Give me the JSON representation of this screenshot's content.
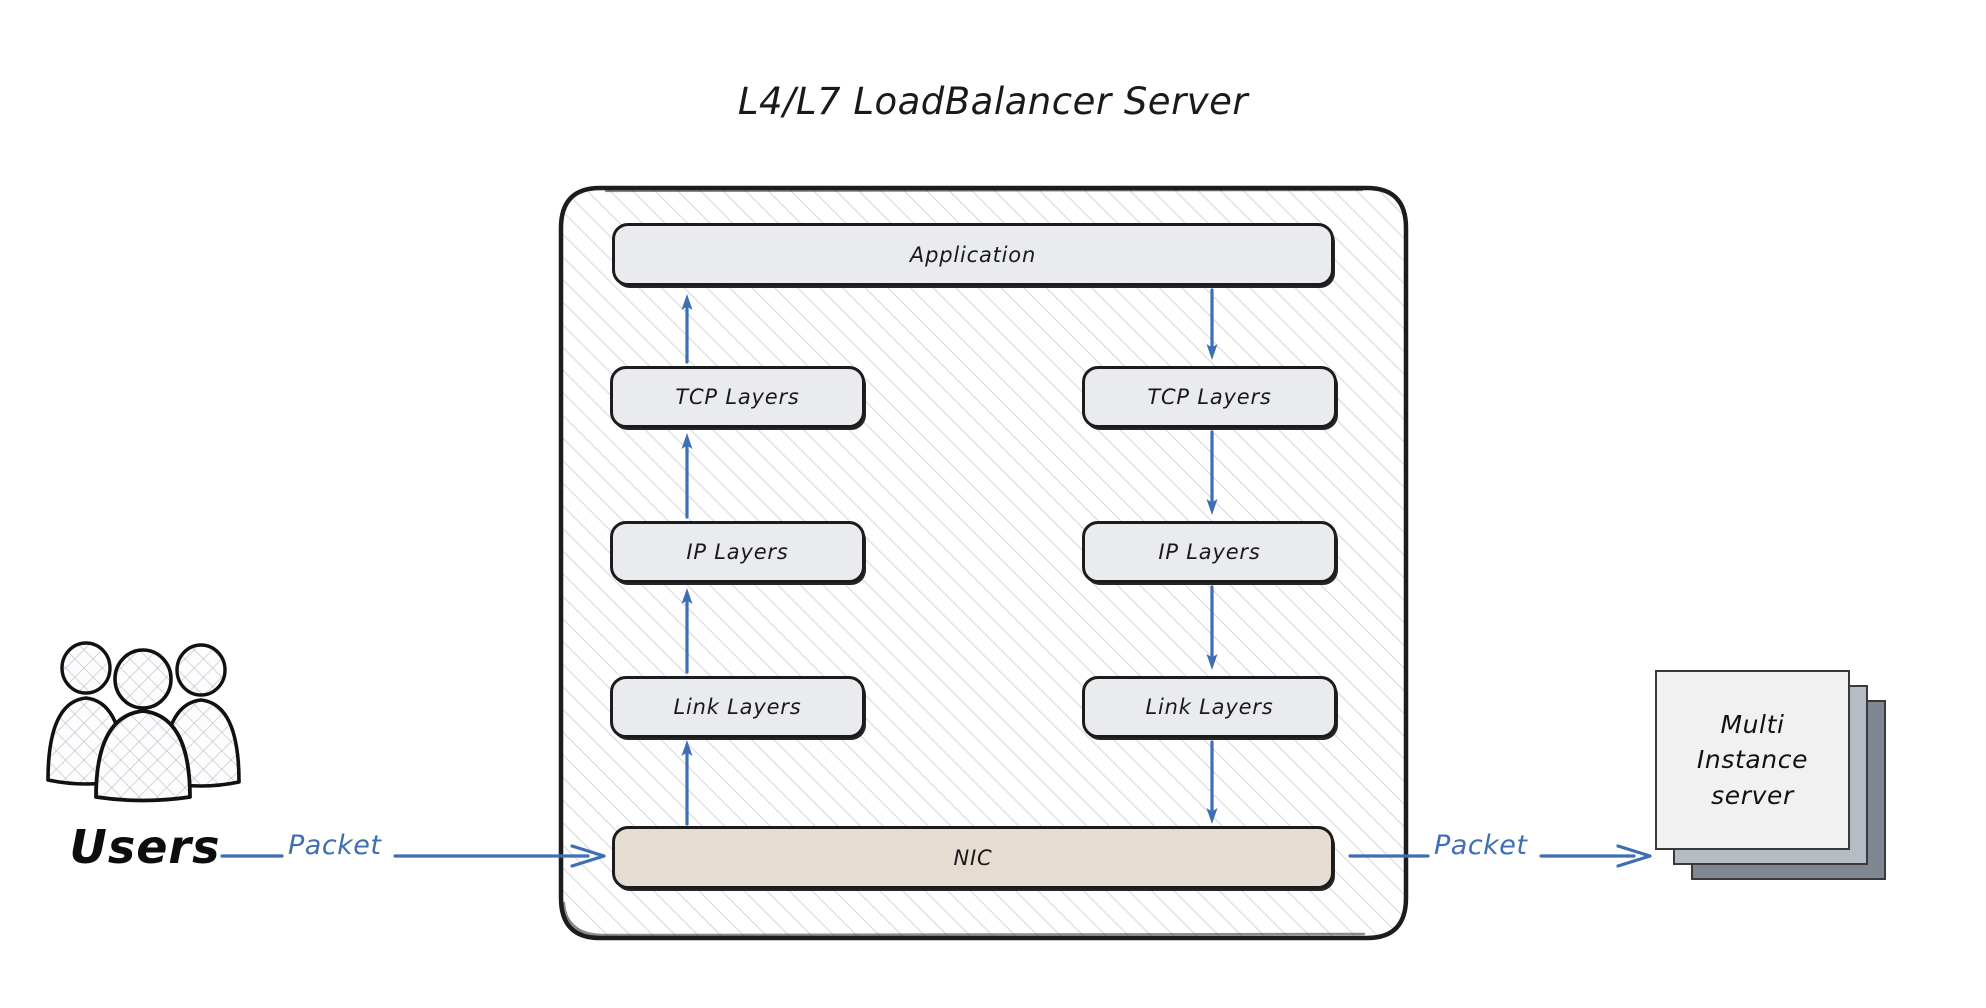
{
  "diagram": {
    "title": "L4/L7 LoadBalancer Server",
    "type": "network-architecture-flow",
    "background_color": "#ffffff"
  },
  "colors": {
    "box_fill": "#e9ebef",
    "box_stroke": "#1c1c1c",
    "nic_fill": "#e7dcd2",
    "arrow_blue": "#3e6fb5",
    "container_hatch": "#d8d8dd",
    "stack_front": "#f1f1f1",
    "stack_mid": "#b5bcc4",
    "stack_back": "#7f8792",
    "text": "#1a1a1a"
  },
  "actors": {
    "users": {
      "label": "Users",
      "icon": "users-group-icon"
    },
    "backend": {
      "lines": [
        "Multi",
        "Instance",
        "server"
      ],
      "icon": "stacked-servers-icon",
      "card_count": 3
    }
  },
  "server": {
    "title": "L4/L7 LoadBalancer Server",
    "application": {
      "label": "Application"
    },
    "ingress_stack": {
      "direction": "up",
      "layers": [
        {
          "label": "TCP Layers"
        },
        {
          "label": "IP Layers"
        },
        {
          "label": "Link Layers"
        }
      ]
    },
    "egress_stack": {
      "direction": "down",
      "layers": [
        {
          "label": "TCP Layers"
        },
        {
          "label": "IP Layers"
        },
        {
          "label": "Link Layers"
        }
      ]
    },
    "nic": {
      "label": "NIC"
    }
  },
  "connectors": {
    "inbound": {
      "label": "Packet",
      "from": "Users",
      "to": "NIC",
      "direction": "right"
    },
    "outbound": {
      "label": "Packet",
      "from": "NIC",
      "to": "Multi Instance server",
      "direction": "right"
    },
    "internal_up": [
      {
        "from": "NIC",
        "to": "Link Layers"
      },
      {
        "from": "Link Layers",
        "to": "IP Layers"
      },
      {
        "from": "IP Layers",
        "to": "TCP Layers"
      },
      {
        "from": "TCP Layers",
        "to": "Application"
      }
    ],
    "internal_down": [
      {
        "from": "Application",
        "to": "TCP Layers"
      },
      {
        "from": "TCP Layers",
        "to": "IP Layers"
      },
      {
        "from": "IP Layers",
        "to": "Link Layers"
      },
      {
        "from": "Link Layers",
        "to": "NIC"
      }
    ]
  }
}
